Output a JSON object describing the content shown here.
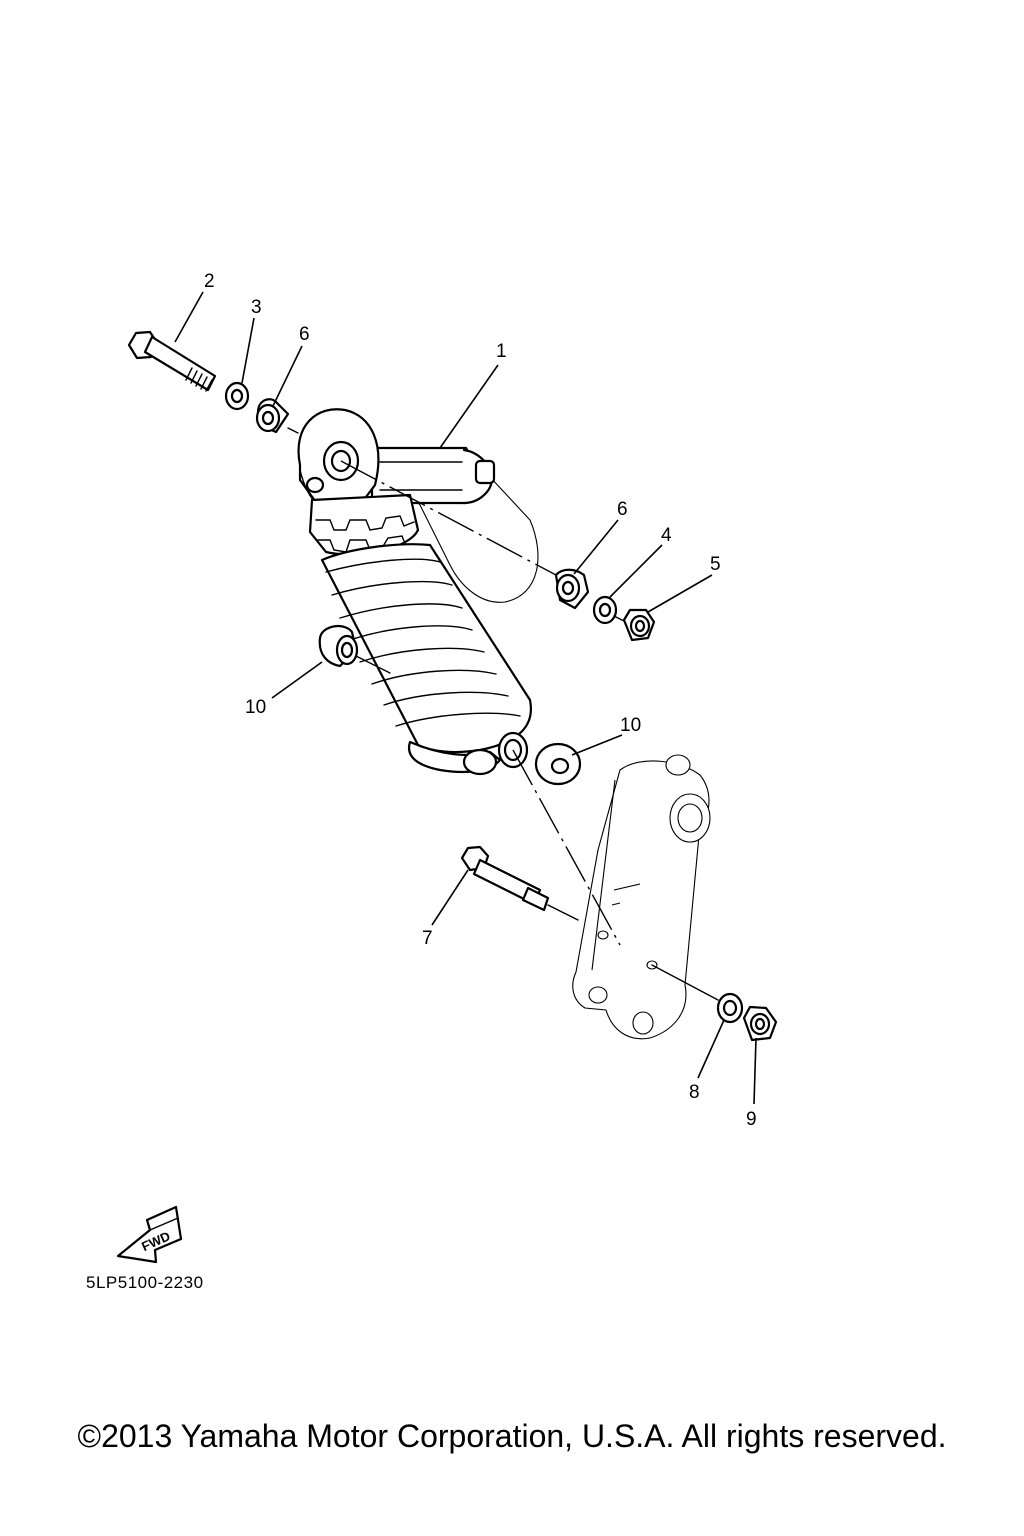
{
  "diagram": {
    "code": "5LP5100-2230",
    "fwd_label": "FWD",
    "callouts": [
      {
        "label": "1",
        "part": "rear-shock-absorber"
      },
      {
        "label": "2",
        "part": "upper-mount-bolt"
      },
      {
        "label": "3",
        "part": "upper-washer"
      },
      {
        "label": "6",
        "part": "upper-collar-left"
      },
      {
        "label": "6",
        "part": "upper-collar-right"
      },
      {
        "label": "4",
        "part": "upper-washer-right"
      },
      {
        "label": "5",
        "part": "upper-nut"
      },
      {
        "label": "10",
        "part": "lower-collar-left"
      },
      {
        "label": "10",
        "part": "lower-collar-right"
      },
      {
        "label": "7",
        "part": "lower-mount-bolt"
      },
      {
        "label": "8",
        "part": "lower-washer"
      },
      {
        "label": "9",
        "part": "lower-nut"
      }
    ]
  },
  "footer": {
    "copyright": "©2013 Yamaha Motor Corporation, U.S.A. All rights reserved."
  }
}
